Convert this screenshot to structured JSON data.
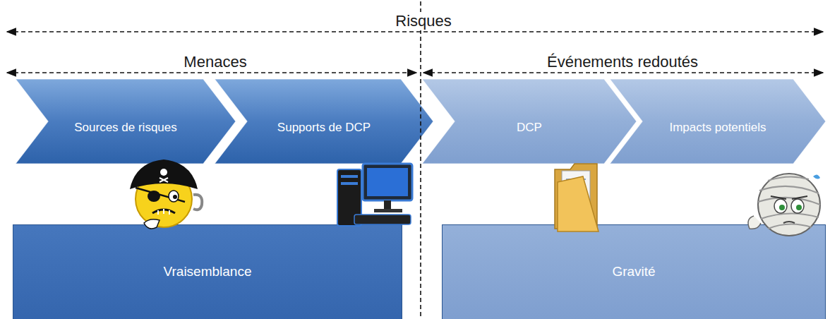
{
  "diagram": {
    "nodes": [
      {
        "text": [
          "Sources de risques"
        ]
      },
      {
        "text": [
          "Supports de DCP"
        ]
      },
      {
        "text": [
          "DCP"
        ]
      },
      {
        "text": [
          "Impacts potentiels"
        ]
      },
      {
        "text": [
          "Vraisemblance"
        ]
      },
      {
        "text": [
          "Gravité"
        ]
      }
    ],
    "labels": [
      "Risques",
      "Menaces",
      "Événements redoutés"
    ]
  }
}
